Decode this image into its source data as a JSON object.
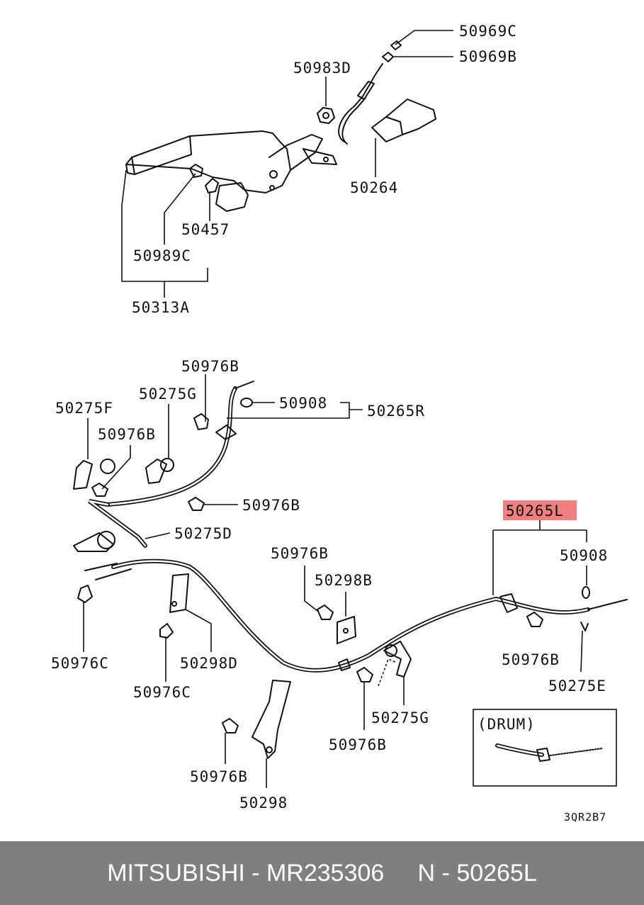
{
  "labels": {
    "p50969C": "50969C",
    "p50969B": "50969B",
    "p50983D": "50983D",
    "p50264": "50264",
    "p50457": "50457",
    "p50989C": "50989C",
    "p50313A": "50313A",
    "p50976B_a": "50976B",
    "p50275G_a": "50275G",
    "p50908_a": "50908",
    "p50265R": "50265R",
    "p50275F": "50275F",
    "p50976B_b": "50976B",
    "p50976B_c": "50976B",
    "p50275D": "50275D",
    "p50976B_d": "50976B",
    "p50298B": "50298B",
    "p50265L": "50265L",
    "p50908_b": "50908",
    "p50976C_a": "50976C",
    "p50298D": "50298D",
    "p50976B_e": "50976B",
    "p50275E": "50275E",
    "p50976C_b": "50976C",
    "p50275G_b": "50275G",
    "p50976B_f": "50976B",
    "p50976B_g": "50976B",
    "p50298": "50298",
    "drum": "(DRUM)",
    "drawing_code": "3QR2B7"
  },
  "highlight_color": "#f08080",
  "footer": {
    "text": "MITSUBISHI - MR235306     N - 50265L"
  }
}
